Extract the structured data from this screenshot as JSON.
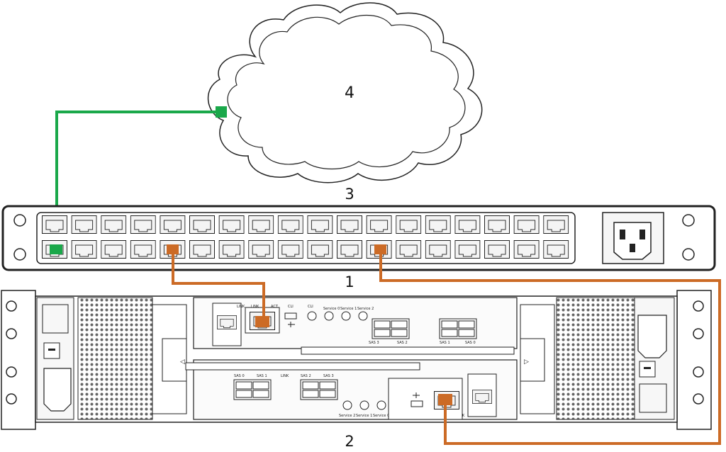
{
  "callouts": {
    "switch": "1",
    "storage_array": "2",
    "ethernet_switch_label": "3",
    "network": "4"
  },
  "port_labels": {
    "link": "LINK",
    "act": "ACT",
    "cli": "CLI",
    "service_0": "Service 0",
    "service_1": "Service 1",
    "service_2": "Service 2",
    "sas_0": "SAS 0",
    "sas_1": "SAS 1",
    "sas_2": "SAS 2",
    "sas_3": "SAS 3"
  },
  "colors": {
    "network_cable": "#1aa84a",
    "mgmt_cable": "#cc6b26",
    "outline": "#222222",
    "port_fill": "#f4f4f4"
  },
  "icons": {
    "cloud": "network-cloud-icon",
    "power_inlet": "power-inlet-icon",
    "usb": "usb-icon",
    "fan_grille": "fan-grille-icon"
  }
}
